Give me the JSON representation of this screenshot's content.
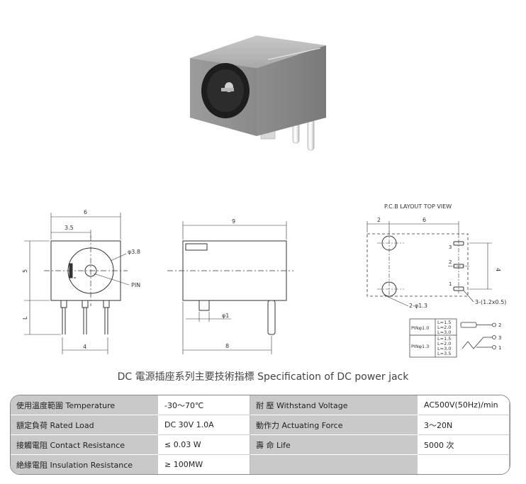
{
  "drawing": {
    "front": {
      "dim_width": "6",
      "dim_center": "3.5",
      "dim_height": "5",
      "dim_pin_length": "L",
      "dim_pin_spacing": "4",
      "dia_label": "φ3.8",
      "pin_label": "PIN"
    },
    "side": {
      "dim_length": "9",
      "dim_bottom": "8",
      "dia_label": "φ1"
    },
    "pcb": {
      "title": "P.C.B LAYOUT    TOP VIEW",
      "dim_left": "2",
      "dim_top": "6",
      "dim_right": "4",
      "hole_label": "2-φ1.3",
      "slot_label": "3-(1.2x0.5)",
      "slot_numbers": [
        "3",
        "2",
        "1"
      ]
    },
    "pin_table": {
      "rows": [
        {
          "pin": "PINφ1.0",
          "lengths": [
            "L=1.5",
            "L=2.0",
            "L=3.0"
          ]
        },
        {
          "pin": "PINφ1.3",
          "lengths": [
            "L=1.5",
            "L=2.0",
            "L=3.0",
            "L=3.5"
          ]
        }
      ]
    },
    "schematic_labels": [
      "2",
      "3",
      "1"
    ]
  },
  "caption": "DC  電源插座系列主要技術指標 Specification of DC power jack",
  "specs": [
    {
      "label1": "使用溫度範圍 Temperature",
      "value1": "-30～70℃",
      "label2": "耐   壓  Withstand Voltage",
      "value2": "AC500V(50Hz)/min"
    },
    {
      "label1": "額定負荷  Rated Load",
      "value1": "DC  30V  1.0A",
      "label2": "動作力  Actuating Force",
      "value2": "3～20N"
    },
    {
      "label1": "接觸電阻  Contact Resistance",
      "value1": "≤ 0.03 W",
      "label2": "壽   命  Life",
      "value2": "5000 次"
    },
    {
      "label1": "絶緣電阻  Insulation Resistance",
      "value1": "≥ 100MW",
      "label2": "",
      "value2": ""
    }
  ]
}
